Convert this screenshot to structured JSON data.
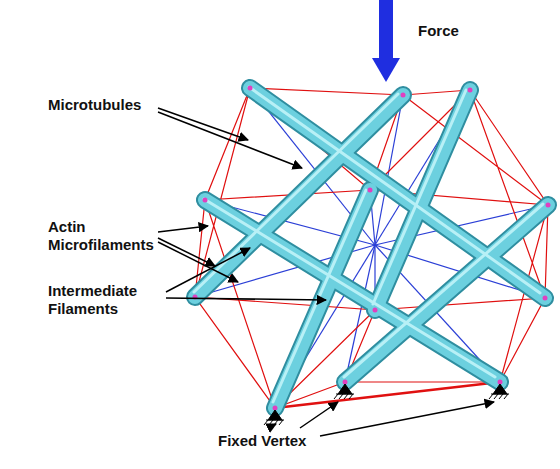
{
  "diagram": {
    "labels": [
      "Force",
      "Microtubules",
      "Actin Microfilaments",
      "Intermediate Filaments",
      "Fixed Vertex"
    ]
  }
}
